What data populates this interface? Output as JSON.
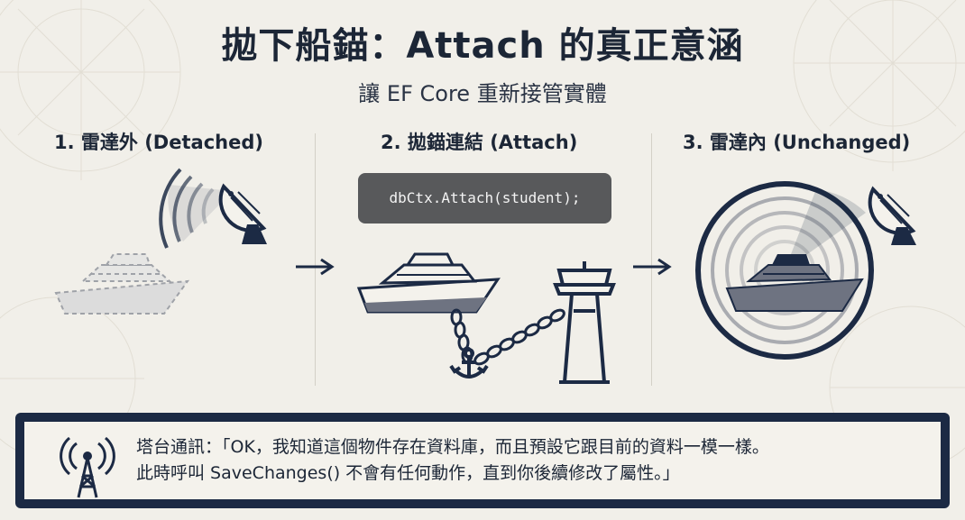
{
  "title": "拋下船錨：Attach 的真正意涵",
  "subtitle": "讓 EF Core 重新接管實體",
  "steps": [
    {
      "label": "1. 雷達外 (Detached)"
    },
    {
      "label": "2. 拋錨連結 (Attach)"
    },
    {
      "label": "3. 雷達內 (Unchanged)"
    }
  ],
  "code": "dbCtx.Attach(student);",
  "note": {
    "line1": "塔台通訊：「OK，我知道這個物件存在資料庫，而且預設它跟目前的資料一模一樣。",
    "line2": "此時呼叫 SaveChanges() 不會有任何動作，直到你後續修改了屬性。」"
  },
  "icons": {
    "radar_dish": "radar-dish-icon",
    "boat": "boat-icon",
    "anchor": "anchor-icon",
    "control_tower": "control-tower-icon",
    "radio_tower": "radio-tower-icon",
    "arrow": "arrow-right-icon"
  },
  "colors": {
    "navy": "#1c2a44",
    "boat_fill": "#6e7381",
    "ghost_boat": "#a9abb0",
    "code_bg": "#58595b",
    "background": "#f1efe9"
  }
}
